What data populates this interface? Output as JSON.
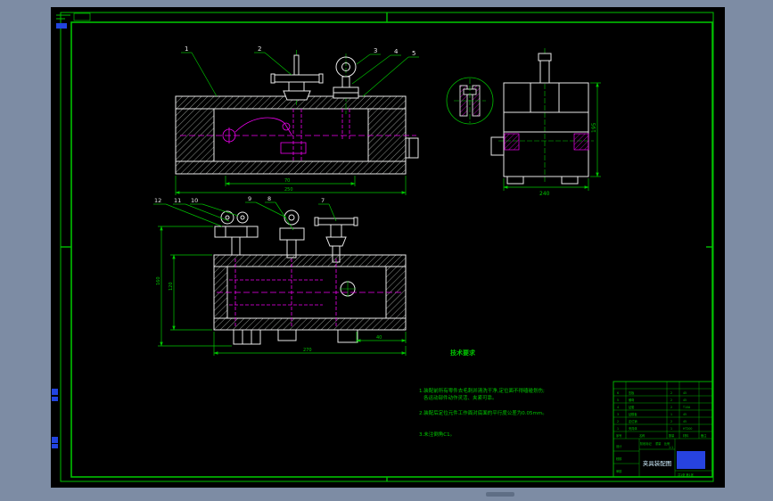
{
  "colors": {
    "desktop": "#7d8ca4",
    "canvas": "#000000",
    "frame_green": "#00c000",
    "line_white": "#e8e8e8",
    "magenta": "#ee00ee",
    "dim_green": "#00c800",
    "blue": "#2244e0",
    "cyan_text": "#cfefff"
  },
  "callouts": {
    "front": [
      "1",
      "2",
      "3",
      "4",
      "5"
    ],
    "plan": [
      "12",
      "11",
      "10",
      "9",
      "8",
      "7"
    ]
  },
  "dimensions": {
    "front_inner": "70",
    "front_outer": "250",
    "side_width": "240",
    "side_height": "195",
    "plan_height": "120",
    "plan_height_outer": "160",
    "plan_foot": "40",
    "plan_width": "270"
  },
  "notes": {
    "heading": "技术要求",
    "line1": "1.装配前所有零件去毛刺并清洗干净,定位面不得磕碰划伤;",
    "line2": "各运动部件动作灵活、夹紧可靠。",
    "line3": "2.装配后定位元件工作面对底面的平行度公差为0.05mm。",
    "line4": "3.未注倒角C1。"
  },
  "title_block": {
    "title": "夹具装配图",
    "scale_label": "比例",
    "scale_value": "1:1",
    "weight_label": "重量",
    "stage_label": "阶段标记",
    "sheet_text": "共1张 第1张",
    "sign_labels": [
      "设计",
      "校核",
      "审核"
    ]
  },
  "parts_list": {
    "headers": [
      "序号",
      "名称",
      "数量",
      "材料",
      "备注"
    ],
    "rows": [
      {
        "no": "6",
        "name": "压板",
        "qty": "2",
        "mat": "45"
      },
      {
        "no": "5",
        "name": "螺母",
        "qty": "2",
        "mat": "45"
      },
      {
        "no": "4",
        "name": "钻套",
        "qty": "2",
        "mat": "T10A"
      },
      {
        "no": "3",
        "name": "钻模板",
        "qty": "1",
        "mat": "45"
      },
      {
        "no": "2",
        "name": "定位销",
        "qty": "2",
        "mat": "45"
      },
      {
        "no": "1",
        "name": "夹具体",
        "qty": "1",
        "mat": "HT200"
      }
    ]
  }
}
